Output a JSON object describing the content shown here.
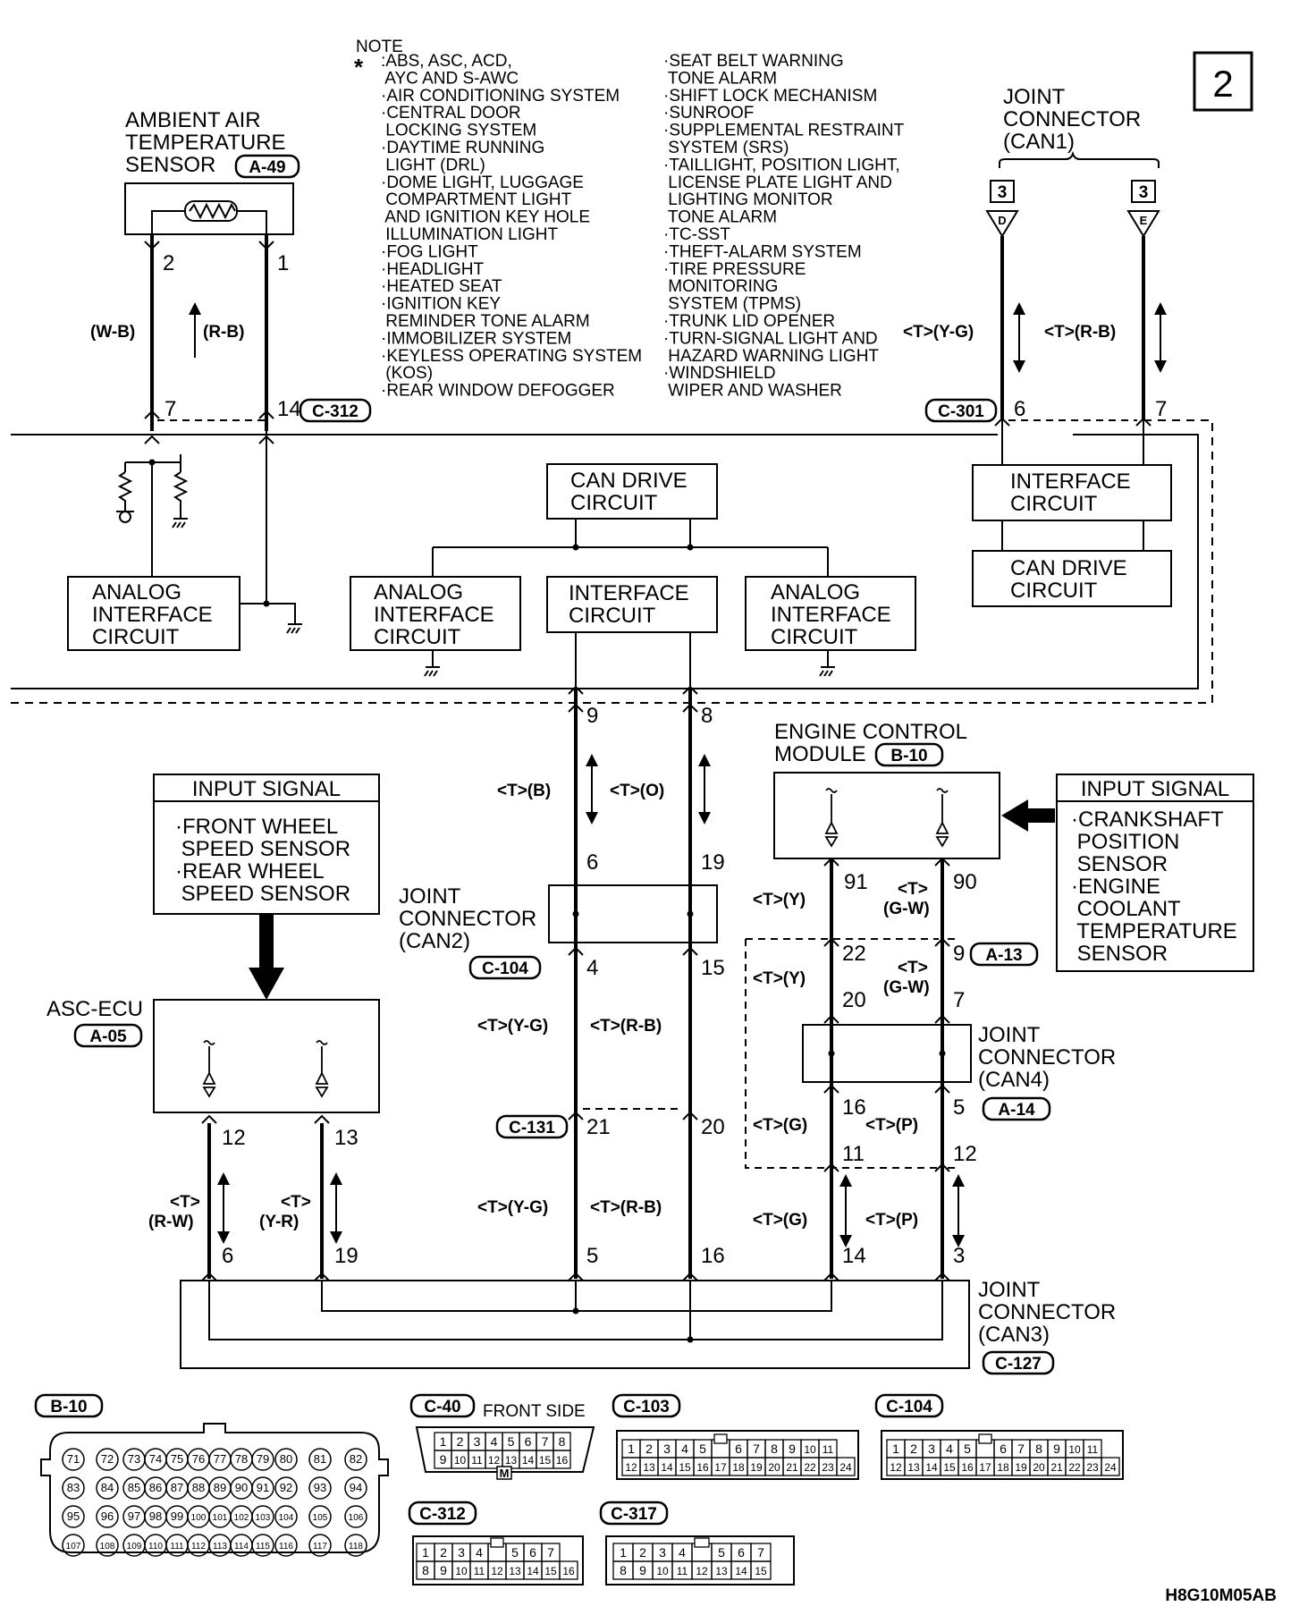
{
  "page_number": "2",
  "diagram_id": "H8G10M05AB",
  "note": {
    "heading": "NOTE",
    "marker": "*",
    "col1": [
      ":ABS, ASC, ACD,",
      " AYC AND S-AWC",
      "·AIR CONDITIONING SYSTEM",
      "·CENTRAL DOOR",
      " LOCKING SYSTEM",
      "·DAYTIME RUNNING",
      " LIGHT (DRL)",
      "·DOME LIGHT, LUGGAGE",
      " COMPARTMENT LIGHT",
      " AND IGNITION KEY HOLE",
      " ILLUMINATION LIGHT",
      "·FOG LIGHT",
      "·HEADLIGHT",
      "·HEATED SEAT",
      "·IGNITION KEY",
      " REMINDER TONE ALARM",
      "·IMMOBILIZER SYSTEM",
      "·KEYLESS OPERATING SYSTEM",
      " (KOS)",
      "·REAR WINDOW DEFOGGER"
    ],
    "col2": [
      "·SEAT BELT WARNING",
      " TONE ALARM",
      "·SHIFT LOCK MECHANISM",
      "·SUNROOF",
      "·SUPPLEMENTAL RESTRAINT",
      " SYSTEM (SRS)",
      "·TAILLIGHT, POSITION LIGHT,",
      " LICENSE PLATE LIGHT AND",
      " LIGHTING MONITOR",
      " TONE ALARM",
      "·TC-SST",
      "·THEFT-ALARM SYSTEM",
      "·TIRE PRESSURE",
      " MONITORING",
      " SYSTEM (TPMS)",
      "·TRUNK LID OPENER",
      "·TURN-SIGNAL LIGHT AND",
      " HAZARD WARNING LIGHT",
      "·WINDSHIELD",
      " WIPER AND WASHER"
    ]
  },
  "ambient_sensor": {
    "lines": [
      "AMBIENT AIR",
      "TEMPERATURE",
      "SENSOR"
    ],
    "code": "A-49"
  },
  "joint_can1": {
    "lines": [
      "JOINT",
      "CONNECTOR",
      "(CAN1)"
    ]
  },
  "can1_term_d": {
    "num": "3",
    "letter": "D"
  },
  "can1_term_e": {
    "num": "3",
    "letter": "E"
  },
  "wire_labels": {
    "wb": "(W-B)",
    "rb": "(R-B)",
    "t_yg_top": "<T>(Y-G)",
    "t_rb_top": "<T>(R-B)",
    "t_b": "<T>(B)",
    "t_o": "<T>(O)",
    "t_yg_mid": "<T>(Y-G)",
    "t_rb_mid": "<T>(R-B)",
    "t_yg_low": "<T>(Y-G)",
    "t_rb_low": "<T>(R-B)",
    "t_y_1": "<T>(Y)",
    "t_y_2": "<T>(Y)",
    "t_gw_1": [
      "<T>",
      "(G-W)"
    ],
    "t_gw_2": [
      "<T>",
      "(G-W)"
    ],
    "t_g_1": "<T>(G)",
    "t_p_1": "<T>(P)",
    "t_g_2": "<T>(G)",
    "t_p_2": "<T>(P)",
    "t_rw": [
      "<T>",
      "(R-W)"
    ],
    "t_yr": [
      "<T>",
      "(Y-R)"
    ]
  },
  "pins": {
    "p2": "2",
    "p1": "1",
    "p7a": "7",
    "p14a": "14",
    "p6a": "6",
    "p7b": "7",
    "p9": "9",
    "p8": "8",
    "p6b": "6",
    "p19a": "19",
    "p4": "4",
    "p15": "15",
    "p21": "21",
    "p20": "20",
    "p5a": "5",
    "p16a": "16",
    "p91": "91",
    "p90": "90",
    "p22": "22",
    "p9b": "9",
    "p20b": "20",
    "p7c": "7",
    "p16b": "16",
    "p5b": "5",
    "p11": "11",
    "p12b": "12",
    "p14b": "14",
    "p3": "3",
    "p12": "12",
    "p13": "13",
    "p6c": "6",
    "p19b": "19"
  },
  "connectors": {
    "c312": "C-312",
    "c301": "C-301",
    "c104": "C-104",
    "c131": "C-131",
    "a13": "A-13",
    "a14": "A-14",
    "a05": "A-05",
    "b10": "B-10",
    "c127": "C-127"
  },
  "boxes": {
    "can_drive_1": [
      "CAN DRIVE",
      "CIRCUIT"
    ],
    "interface_1": [
      "INTERFACE",
      "CIRCUIT"
    ],
    "interface_2": [
      "INTERFACE",
      "CIRCUIT"
    ],
    "can_drive_2": [
      "CAN DRIVE",
      "CIRCUIT"
    ],
    "analog_1": [
      "ANALOG",
      "INTERFACE",
      "CIRCUIT"
    ],
    "analog_2": [
      "ANALOG",
      "INTERFACE",
      "CIRCUIT"
    ],
    "analog_3": [
      "ANALOG",
      "INTERFACE",
      "CIRCUIT"
    ]
  },
  "input_signal_left": {
    "title": "INPUT SIGNAL",
    "items": [
      "·FRONT WHEEL",
      " SPEED SENSOR",
      "·REAR WHEEL",
      " SPEED SENSOR"
    ]
  },
  "input_signal_right": {
    "title": "INPUT SIGNAL",
    "items": [
      "·CRANKSHAFT",
      " POSITION",
      " SENSOR",
      "·ENGINE",
      " COOLANT",
      " TEMPERATURE",
      " SENSOR"
    ]
  },
  "ecm": {
    "lines": [
      "ENGINE CONTROL",
      "MODULE"
    ]
  },
  "asc_ecu": {
    "label": "ASC-ECU"
  },
  "joint_can2": {
    "lines": [
      "JOINT",
      "CONNECTOR",
      "(CAN2)"
    ]
  },
  "joint_can4": {
    "lines": [
      "JOINT",
      "CONNECTOR",
      "(CAN4)"
    ]
  },
  "joint_can3": {
    "lines": [
      "JOINT",
      "CONNECTOR",
      "(CAN3)"
    ]
  },
  "connector_faces": {
    "b10": {
      "code": "B-10",
      "row1": [
        "71",
        "72",
        "73",
        "74",
        "75",
        "76",
        "77",
        "78",
        "79",
        "80",
        "81",
        "82"
      ],
      "row2": [
        "83",
        "84",
        "85",
        "86",
        "87",
        "88",
        "89",
        "90",
        "91",
        "92",
        "93",
        "94"
      ],
      "row3": [
        "95",
        "96",
        "97",
        "98",
        "99",
        "100",
        "101",
        "102",
        "103",
        "104",
        "105",
        "106"
      ],
      "row4": [
        "107",
        "108",
        "109",
        "110",
        "111",
        "112",
        "113",
        "114",
        "115",
        "116",
        "117",
        "118"
      ]
    },
    "c40": {
      "code": "C-40",
      "caption": "FRONT SIDE",
      "row1": [
        "1",
        "2",
        "3",
        "4",
        "5",
        "6",
        "7",
        "8"
      ],
      "row2": [
        "9",
        "10",
        "11",
        "12",
        "13",
        "14",
        "15",
        "16"
      ],
      "key": "M"
    },
    "c103": {
      "code": "C-103",
      "row1": [
        "1",
        "2",
        "3",
        "4",
        "5",
        "",
        "6",
        "7",
        "8",
        "9",
        "10",
        "11"
      ],
      "row2": [
        "12",
        "13",
        "14",
        "15",
        "16",
        "17",
        "18",
        "19",
        "20",
        "21",
        "22",
        "23",
        "24"
      ]
    },
    "c104": {
      "code": "C-104",
      "row1": [
        "1",
        "2",
        "3",
        "4",
        "5",
        "",
        "6",
        "7",
        "8",
        "9",
        "10",
        "11"
      ],
      "row2": [
        "12",
        "13",
        "14",
        "15",
        "16",
        "17",
        "18",
        "19",
        "20",
        "21",
        "22",
        "23",
        "24"
      ]
    },
    "c312": {
      "code": "C-312",
      "row1": [
        "1",
        "2",
        "3",
        "4",
        "",
        "5",
        "6",
        "7"
      ],
      "row2": [
        "8",
        "9",
        "10",
        "11",
        "12",
        "13",
        "14",
        "15",
        "16"
      ]
    },
    "c317": {
      "code": "C-317",
      "row1": [
        "1",
        "2",
        "3",
        "4",
        "",
        "5",
        "6",
        "7"
      ],
      "row2": [
        "8",
        "9",
        "10",
        "11",
        "12",
        "13",
        "14",
        "15"
      ]
    }
  }
}
